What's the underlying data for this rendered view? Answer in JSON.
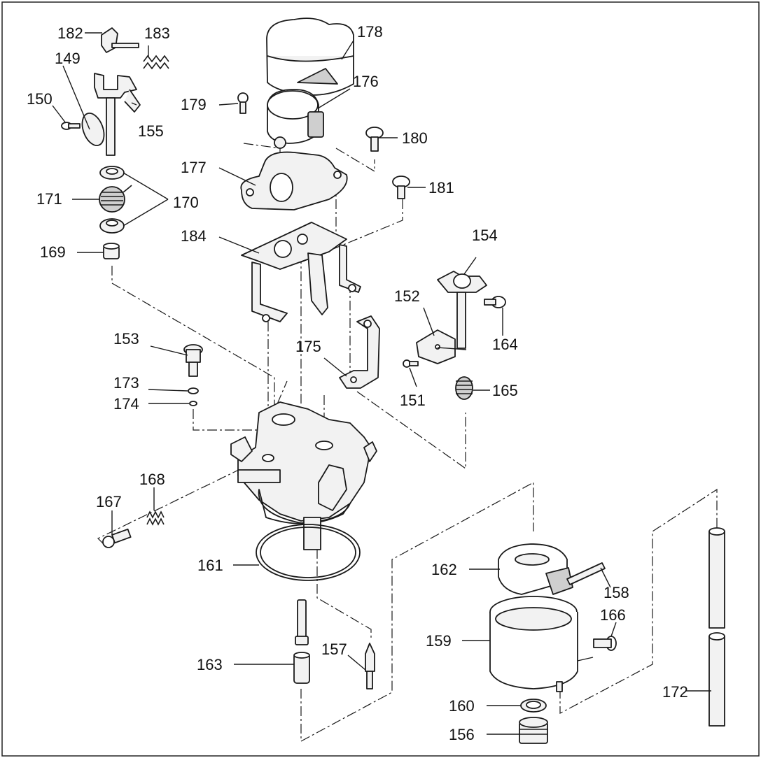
{
  "callouts": [
    {
      "id": "149",
      "label": "149"
    },
    {
      "id": "150",
      "label": "150"
    },
    {
      "id": "151",
      "label": "151"
    },
    {
      "id": "152",
      "label": "152"
    },
    {
      "id": "153",
      "label": "153"
    },
    {
      "id": "154",
      "label": "154"
    },
    {
      "id": "155",
      "label": "155"
    },
    {
      "id": "156",
      "label": "156"
    },
    {
      "id": "157",
      "label": "157"
    },
    {
      "id": "158",
      "label": "158"
    },
    {
      "id": "159",
      "label": "159"
    },
    {
      "id": "160",
      "label": "160"
    },
    {
      "id": "161",
      "label": "161"
    },
    {
      "id": "162",
      "label": "162"
    },
    {
      "id": "163",
      "label": "163"
    },
    {
      "id": "164",
      "label": "164"
    },
    {
      "id": "165",
      "label": "165"
    },
    {
      "id": "166",
      "label": "166"
    },
    {
      "id": "167",
      "label": "167"
    },
    {
      "id": "168",
      "label": "168"
    },
    {
      "id": "169",
      "label": "169"
    },
    {
      "id": "170",
      "label": "170"
    },
    {
      "id": "171",
      "label": "171"
    },
    {
      "id": "172",
      "label": "172"
    },
    {
      "id": "173",
      "label": "173"
    },
    {
      "id": "174",
      "label": "174"
    },
    {
      "id": "175",
      "label": "175"
    },
    {
      "id": "176",
      "label": "176"
    },
    {
      "id": "177",
      "label": "177"
    },
    {
      "id": "178",
      "label": "178"
    },
    {
      "id": "179",
      "label": "179"
    },
    {
      "id": "180",
      "label": "180"
    },
    {
      "id": "181",
      "label": "181"
    },
    {
      "id": "182",
      "label": "182"
    },
    {
      "id": "183",
      "label": "183"
    },
    {
      "id": "184",
      "label": "184"
    }
  ]
}
